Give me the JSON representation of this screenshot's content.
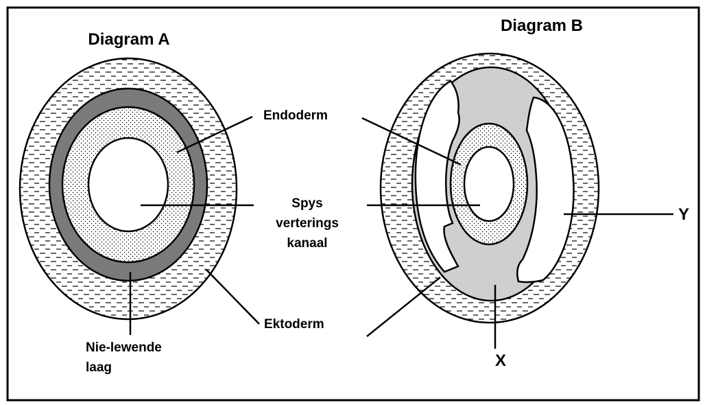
{
  "diagram_a": {
    "title": "Diagram A",
    "label_nonliving_line1": "Nie-lewende",
    "label_nonliving_line2": "laag"
  },
  "diagram_b": {
    "title": "Diagram B",
    "label_x": "X",
    "label_y": "Y"
  },
  "shared_labels": {
    "endoderm": "Endoderm",
    "gut_line1": "Spys",
    "gut_line2": "verterings",
    "gut_line3": "kanaal",
    "ectoderm": "Ektoderm"
  },
  "colors": {
    "nonliving_layer": "#7a7a7a",
    "mesoderm_fill": "#a9a9a9",
    "outline": "#000000",
    "background": "#ffffff"
  }
}
